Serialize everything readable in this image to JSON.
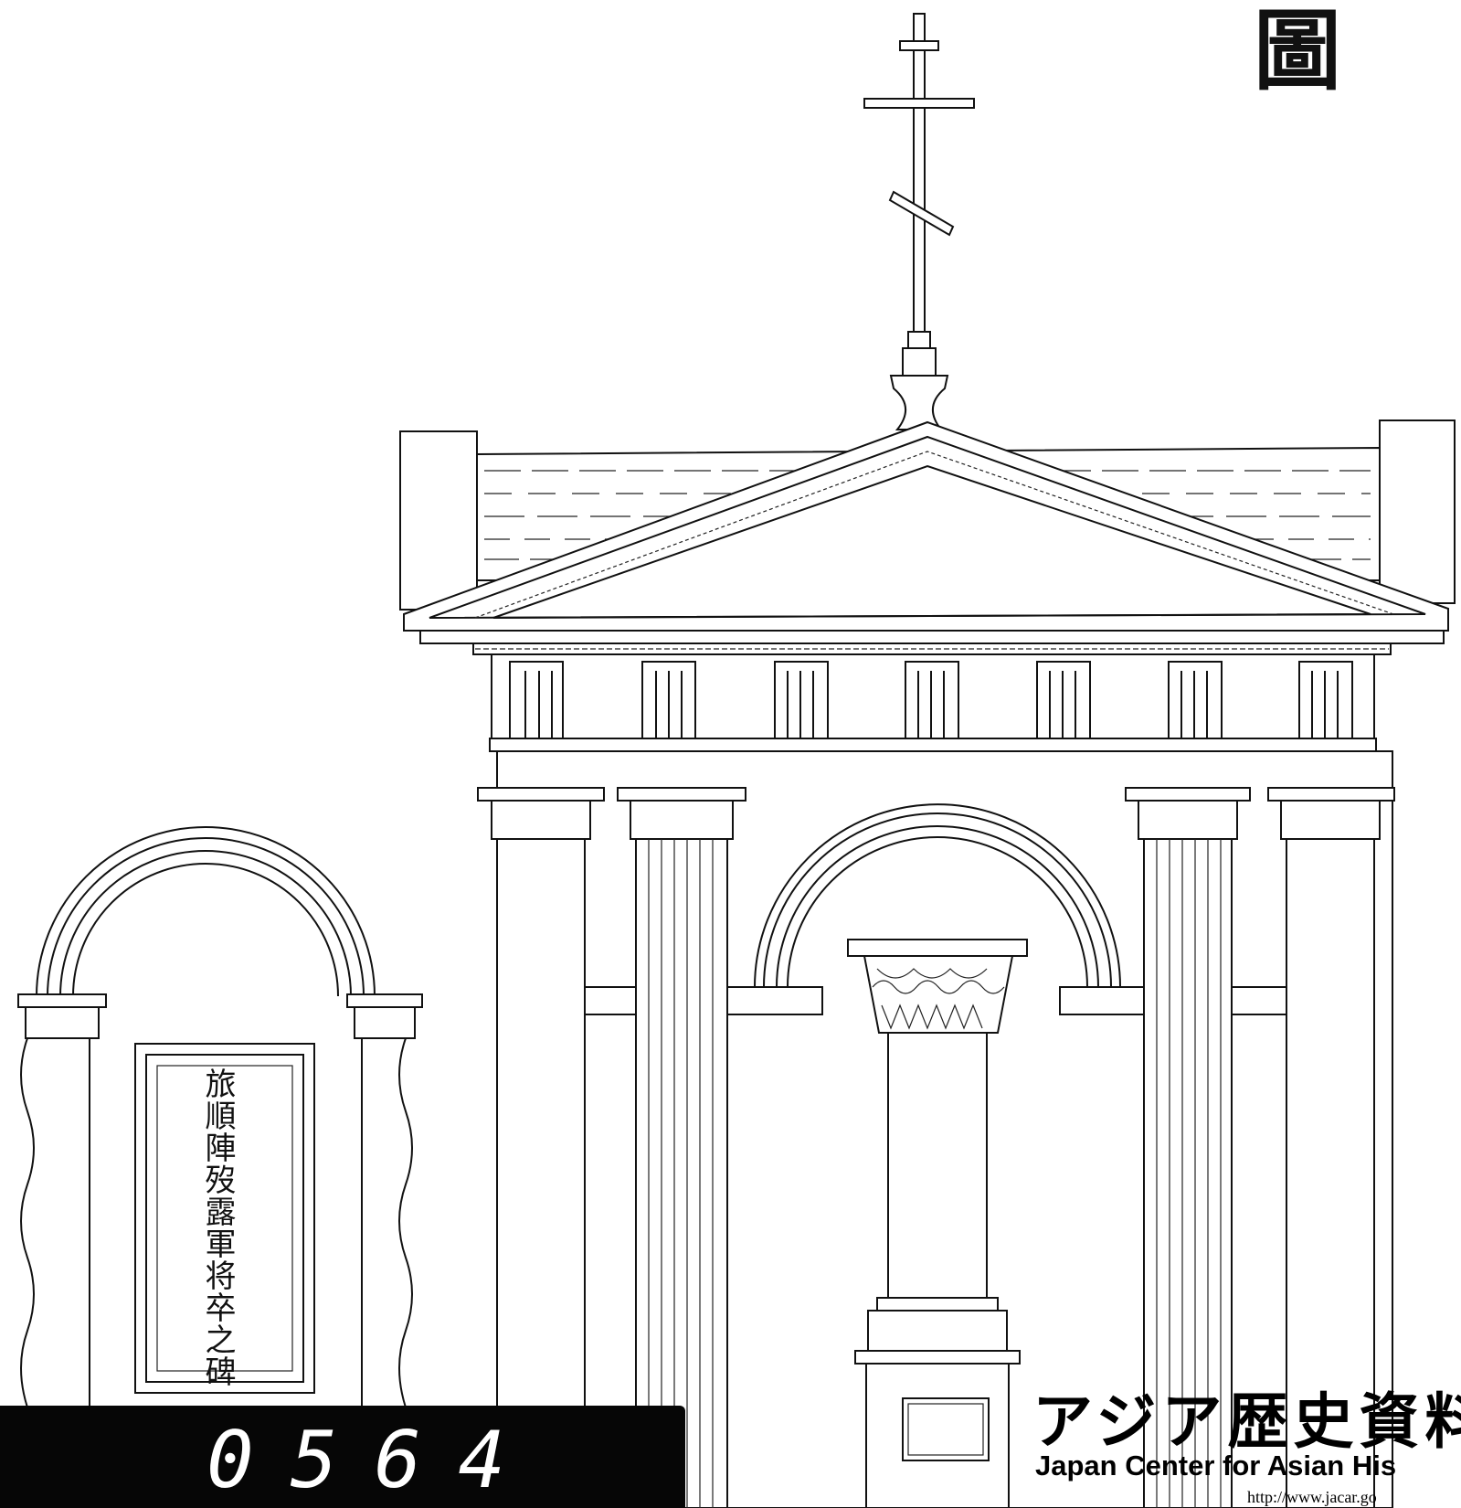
{
  "header": {
    "corner_glyph": "圖"
  },
  "monument": {
    "inscription": "旅順陣歿露軍将卒之碑"
  },
  "counter": {
    "number": "0564"
  },
  "logo": {
    "japanese": "アジア歴史資料",
    "english": "Japan Center for Asian His",
    "url": "http://www.jacar.go"
  }
}
